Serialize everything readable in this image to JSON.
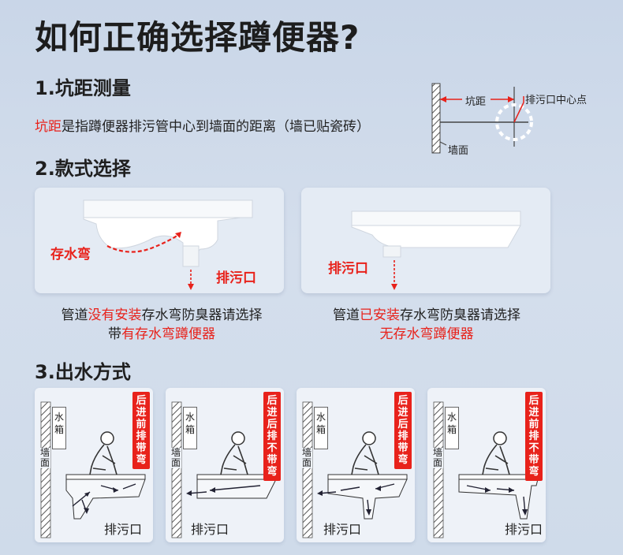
{
  "title": "如何正确选择蹲便器?",
  "sections": {
    "s1": {
      "heading": "1.坑距测量",
      "desc_red": "坑距",
      "desc_rest": "是指蹲便器排污管中心到墙面的距离（墙已贴瓷砖）",
      "diagram": {
        "pit_label": "坑距",
        "center_label": "排污口中心点",
        "wall_label": "墙面"
      }
    },
    "s2": {
      "heading": "2.款式选择",
      "left": {
        "trap_label": "存水弯",
        "drain_label": "排污口",
        "line1_a": "管道",
        "line1_red": "没有安装",
        "line1_b": "存水弯防臭器请选择",
        "line2_a": "带",
        "line2_red": "有存水弯蹲便器"
      },
      "right": {
        "drain_label": "排污口",
        "line1_a": "管道",
        "line1_red": "已安装",
        "line1_b": "存水弯防臭器请选择",
        "line2_red": "无存水弯蹲便器"
      }
    },
    "s3": {
      "heading": "3.出水方式",
      "panels": [
        {
          "tag": "后进前排带弯",
          "tank": "水箱",
          "wall": "墙面",
          "drain": "排污口"
        },
        {
          "tag": "后进后排不带弯",
          "tank": "水箱",
          "wall": "墙面",
          "drain": "排污口"
        },
        {
          "tag": "后进后排带弯",
          "tank": "水箱",
          "wall": "墙面",
          "drain": "排污口"
        },
        {
          "tag": "后进前排不带弯",
          "tank": "水箱",
          "wall": "墙面",
          "drain": "排污口"
        }
      ]
    }
  },
  "colors": {
    "accent_red": "#e8221b",
    "panel_bg": "#e4ebf4"
  }
}
